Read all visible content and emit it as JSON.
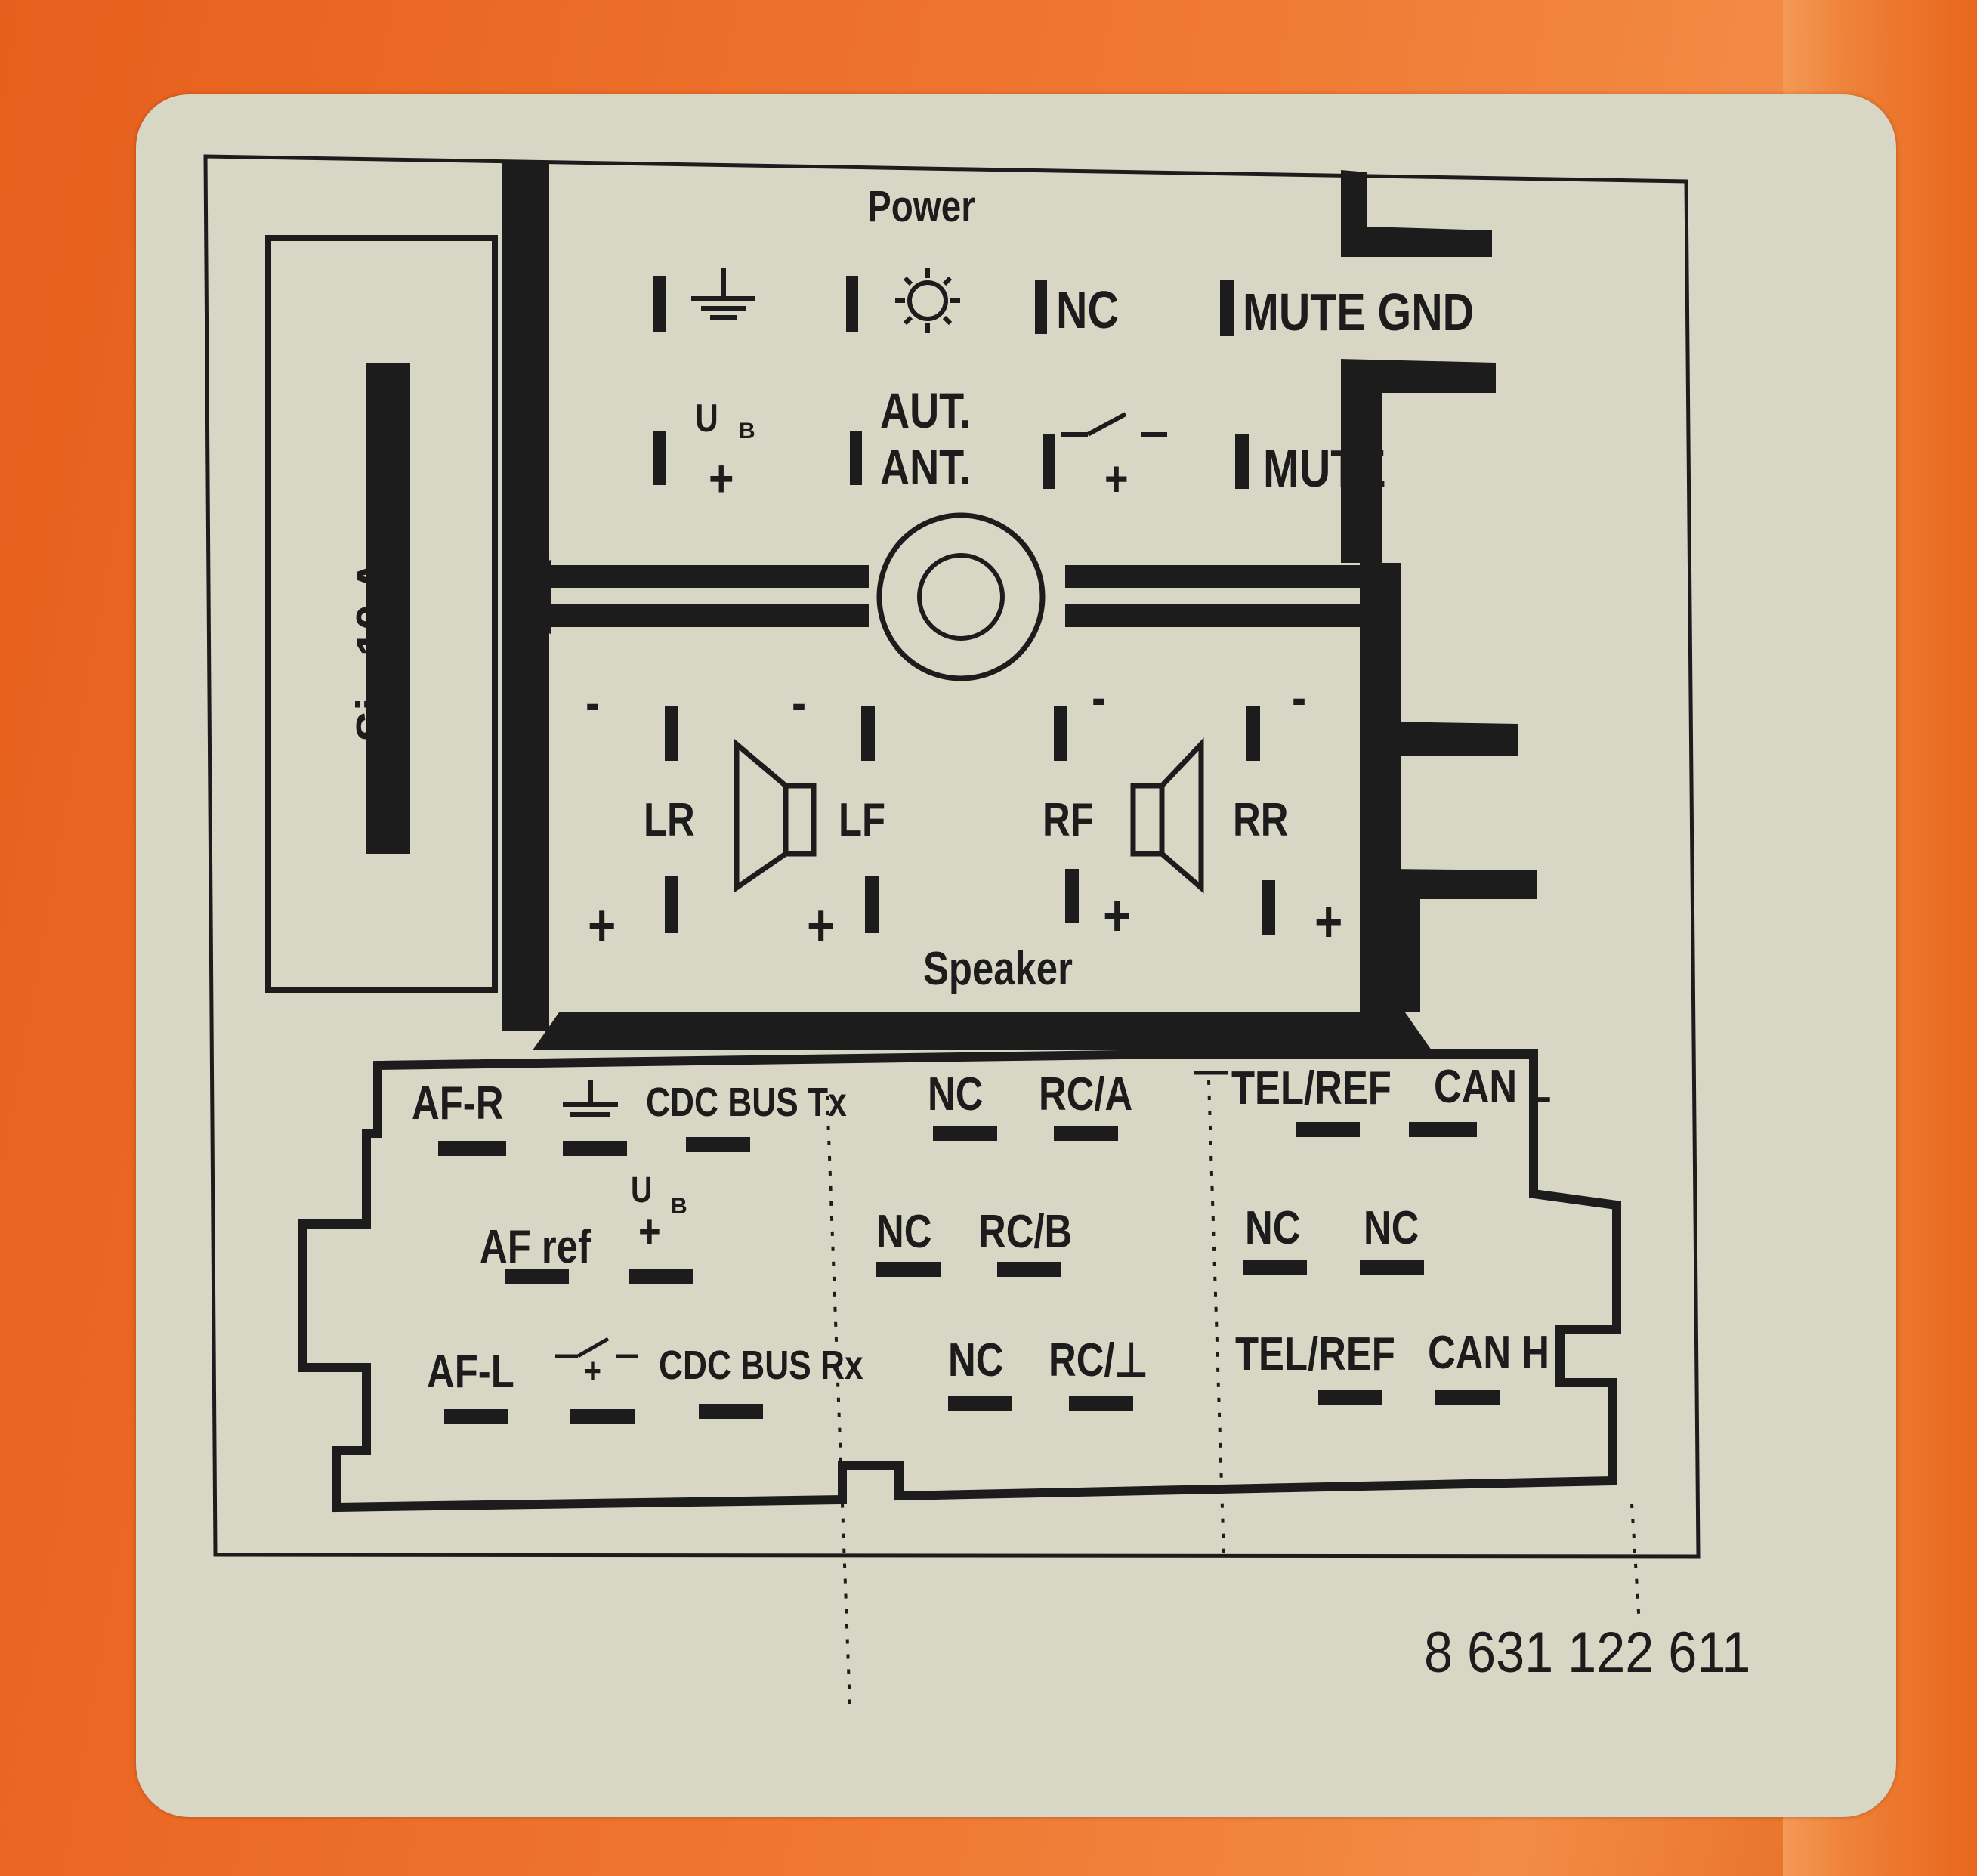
{
  "power": {
    "title": "Power",
    "row1": {
      "nc": "NC",
      "mute_gnd": "MUTE GND"
    },
    "row2": {
      "ub": "U",
      "ub_sub": "B",
      "plus1": "+",
      "aut": "AUT.",
      "ant": "ANT.",
      "plus2": "+",
      "mute": "MUTE"
    }
  },
  "fuse": {
    "label": "Si - 10 A"
  },
  "speaker": {
    "title": "Speaker",
    "lr": "LR",
    "lf": "LF",
    "rf": "RF",
    "rr": "RR",
    "minus": "-",
    "plus": "+"
  },
  "connector": {
    "row1": {
      "af_r": "AF-R",
      "cdc_bus_tx": "CDC BUS Tx",
      "nc": "NC",
      "rc_a": "RC/A",
      "tel_ref": "TEL/REF",
      "can_l": "CAN L"
    },
    "row2": {
      "af_ref": "AF ref",
      "ub": "U",
      "ub_sub": "B",
      "plus": "+",
      "nc1": "NC",
      "rc_b": "RC/B",
      "nc2": "NC",
      "nc3": "NC"
    },
    "row3": {
      "af_l": "AF-L",
      "plus": "+",
      "cdc_bus_rx": "CDC BUS Rx",
      "nc": "NC",
      "rc_gnd": "RC/⊥",
      "tel_ref": "TEL/REF",
      "can_h": "CAN H"
    }
  },
  "part_number": "8 631 122 611",
  "colors": {
    "background": "#ee6a24",
    "label": "#d8d7c6",
    "ink": "#1c1c1c"
  },
  "icons": [
    "ground-icon",
    "illumination-sun-icon",
    "ignition-switch-icon",
    "speaker-icon",
    "antenna-socket-icon"
  ]
}
